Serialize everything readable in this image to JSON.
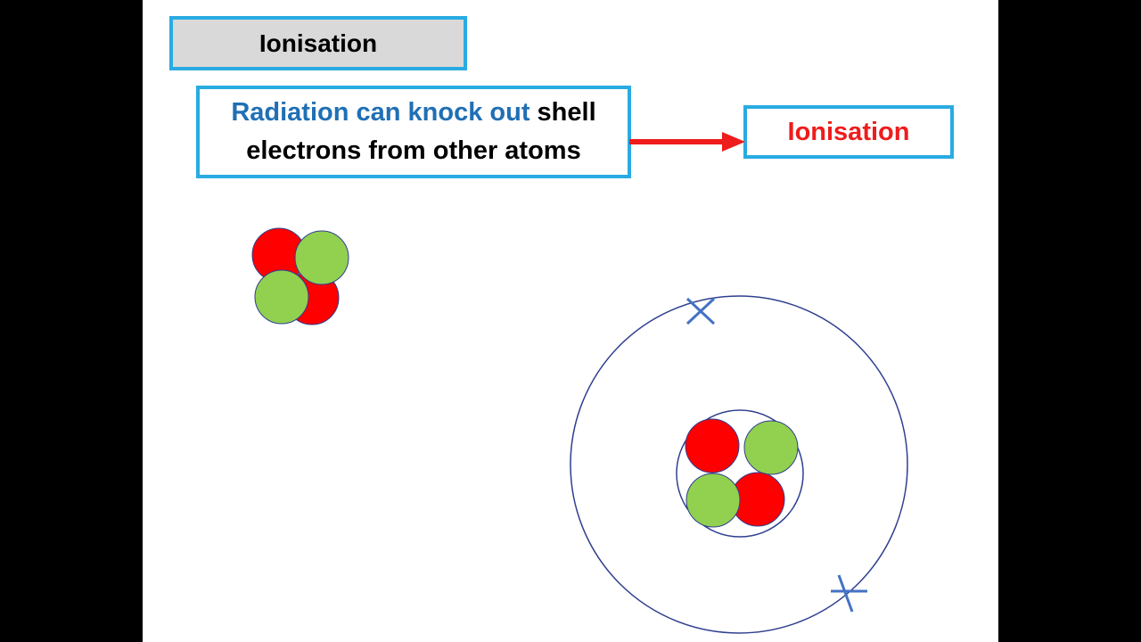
{
  "title": "Ionisation",
  "statement": {
    "line1_highlight": "Radiation can knock out",
    "line1_rest": " shell",
    "line2": "electrons from other atoms"
  },
  "result": "Ionisation",
  "colors": {
    "box_border": "#29abe2",
    "title_fill": "#d9d9d9",
    "highlight_text": "#1f6fb5",
    "result_text": "#ee1c1c",
    "arrow": "#ee1c1c",
    "proton": "#ff0000",
    "neutron": "#92d050",
    "orbit": "#2f3f8f",
    "electron": "#4472c4"
  },
  "icons": {
    "arrow": "right-arrow-icon",
    "electron": "cross-icon"
  }
}
